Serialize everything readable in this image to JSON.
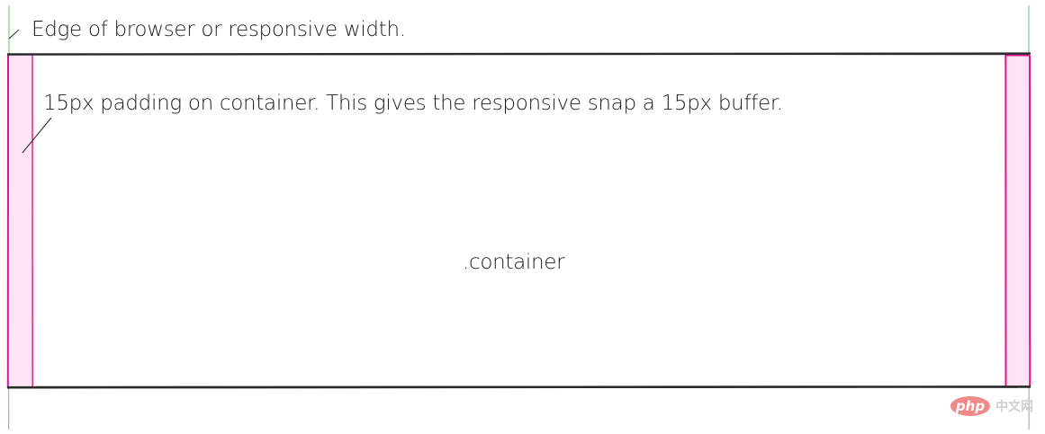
{
  "annotations": {
    "edge_note": "Edge of browser or responsive width.",
    "padding_note": "15px padding on container. This gives the responsive snap a 15px buffer.",
    "container_name": ".container"
  },
  "watermark": {
    "badge": "php",
    "text": "中文网"
  },
  "colors": {
    "browser_edge": "#7ed07e",
    "padding_fill": "#fde3f4",
    "padding_stroke": "#e0148c",
    "container_stroke": "#2a2a2a",
    "watermark_badge": "#f08a8a",
    "watermark_text": "#cfcfcf"
  }
}
